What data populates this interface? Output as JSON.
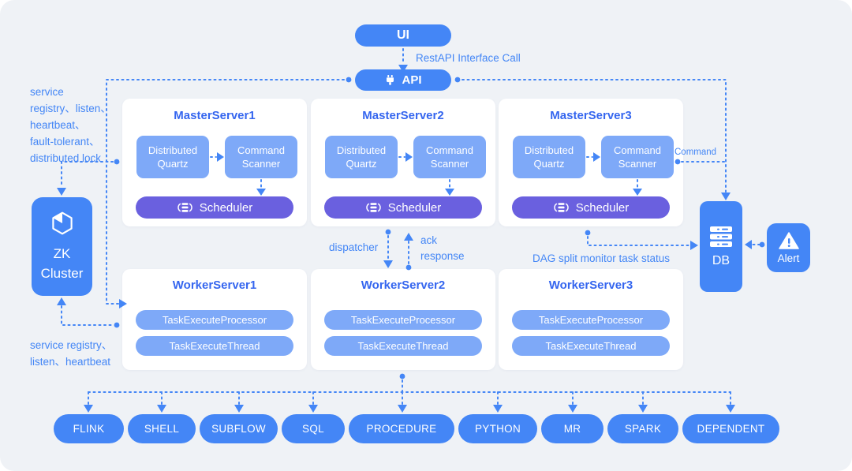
{
  "colors": {
    "primary": "#4486F6",
    "light_box": "#7EA9F8",
    "scheduler_purple": "#6A60DF",
    "label_text": "#4386F6",
    "card": "#FFFFFF",
    "background": "#EFF2F6"
  },
  "nodes": {
    "ui": "UI",
    "api": "API",
    "zk_line1": "ZK",
    "zk_line2": "Cluster",
    "db": "DB",
    "alert": "Alert"
  },
  "edge_labels": {
    "restapi": "RestAPI Interface Call",
    "master_zk": [
      "service",
      "registry、listen、",
      "heartbeat、",
      "fault-tolerant、",
      "distributed lock"
    ],
    "worker_zk": [
      "service registry、",
      "listen、heartbeat"
    ],
    "dispatcher": "dispatcher",
    "ack": [
      "ack",
      "response"
    ],
    "dag": "DAG split monitor task status",
    "command": "Command"
  },
  "masters": [
    {
      "title": "MasterServer1",
      "quartz": "Distributed Quartz",
      "scanner": "Command Scanner",
      "scheduler": "Scheduler"
    },
    {
      "title": "MasterServer2",
      "quartz": "Distributed Quartz",
      "scanner": "Command Scanner",
      "scheduler": "Scheduler"
    },
    {
      "title": "MasterServer3",
      "quartz": "Distributed Quartz",
      "scanner": "Command Scanner",
      "scheduler": "Scheduler"
    }
  ],
  "workers": [
    {
      "title": "WorkerServer1",
      "processor": "TaskExecuteProcessor",
      "thread": "TaskExecuteThread"
    },
    {
      "title": "WorkerServer2",
      "processor": "TaskExecuteProcessor",
      "thread": "TaskExecuteThread"
    },
    {
      "title": "WorkerServer3",
      "processor": "TaskExecuteProcessor",
      "thread": "TaskExecuteThread"
    }
  ],
  "tasks": [
    "FLINK",
    "SHELL",
    "SUBFLOW",
    "SQL",
    "PROCEDURE",
    "PYTHON",
    "MR",
    "SPARK",
    "DEPENDENT"
  ]
}
